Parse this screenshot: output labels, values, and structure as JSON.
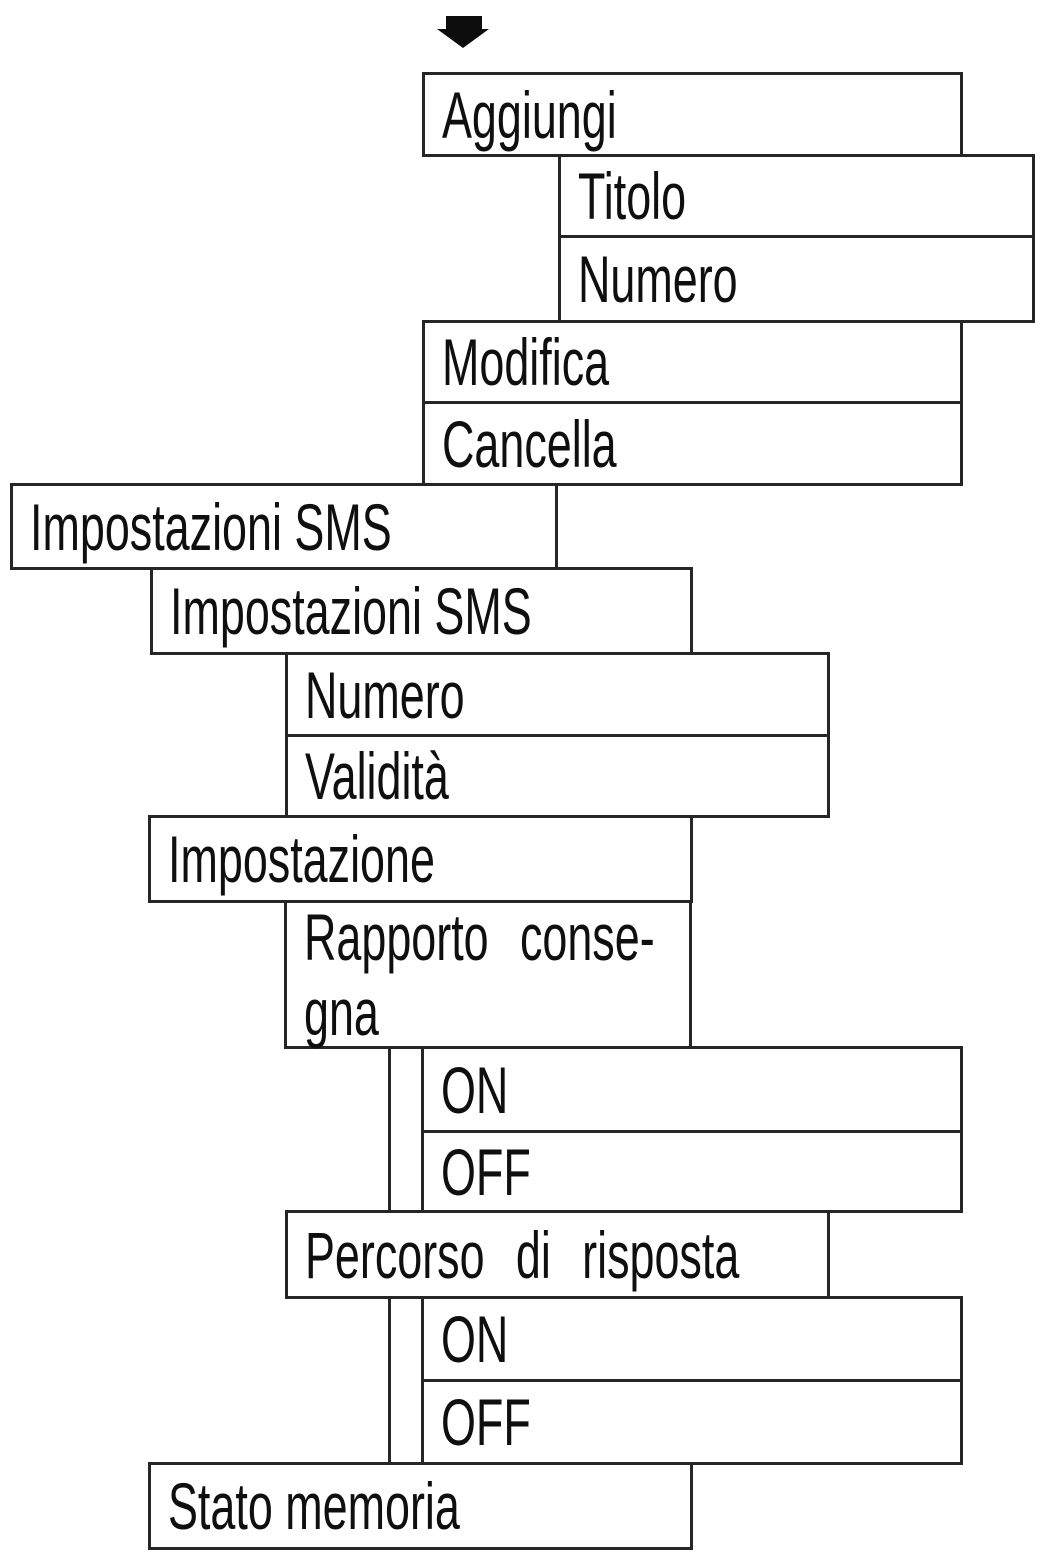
{
  "diagram": {
    "title_hint": "Menu map (Italian) — SMS settings tree",
    "colors": {
      "background": "#ffffff",
      "line": "#262626",
      "text": "#0f0f0f",
      "arrow": "#0c0c0c"
    },
    "icons": {
      "entry_arrow": "down-arrow"
    },
    "nodes": {
      "aggiungi": "Aggiungi",
      "titolo": "Titolo",
      "numero_rubrica": "Numero",
      "modifica": "Modifica",
      "cancella": "Cancella",
      "impostazioni_sms_1": "Impostazioni SMS",
      "impostazioni_sms_2": "Impostazioni SMS",
      "numero_sms": "Numero",
      "validita": "Validità",
      "impostazione": "Impostazione",
      "rapporto_consegna_line1": "Rapporto conse-",
      "rapporto_consegna_line2": "gna",
      "rapporto_on": "ON",
      "rapporto_off": "OFF",
      "percorso_di_risposta": "Percorso di risposta",
      "percorso_on": "ON",
      "percorso_off": "OFF",
      "stato_memoria": "Stato memoria"
    }
  }
}
